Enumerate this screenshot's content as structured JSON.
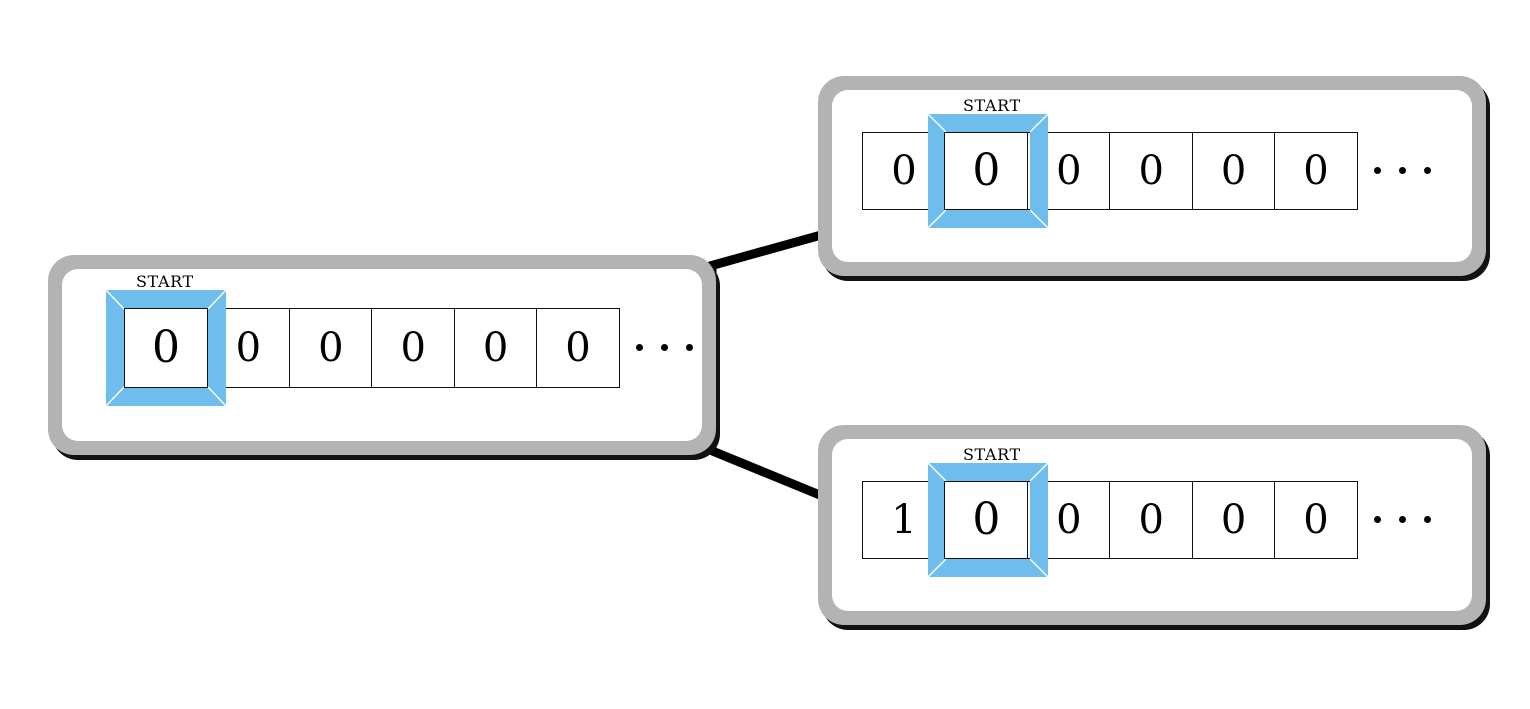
{
  "diagram": {
    "type": "turing-machine-configuration-tree",
    "background_color": "#ffffff",
    "node_border_color": "#b3b3b3",
    "node_fill_color": "#ffffff",
    "node_shadow_color": "#111111",
    "highlight_color": "#6fbdec",
    "cell_border_color": "#111111",
    "edge_color": "#000000",
    "ellipsis_glyph": "...",
    "nodes": [
      {
        "id": "root",
        "name": "root-configuration",
        "start_label": "START",
        "head_index": 0,
        "tape": [
          {
            "symbol": "0",
            "highlighted": true
          },
          {
            "symbol": "0",
            "highlighted": false
          },
          {
            "symbol": "0",
            "highlighted": false
          },
          {
            "symbol": "0",
            "highlighted": false
          },
          {
            "symbol": "0",
            "highlighted": false
          },
          {
            "symbol": "0",
            "highlighted": false
          }
        ]
      },
      {
        "id": "branch-top",
        "name": "top-branch-configuration",
        "start_label": "START",
        "head_index": 1,
        "tape": [
          {
            "symbol": "0",
            "highlighted": false
          },
          {
            "symbol": "0",
            "highlighted": true
          },
          {
            "symbol": "0",
            "highlighted": false
          },
          {
            "symbol": "0",
            "highlighted": false
          },
          {
            "symbol": "0",
            "highlighted": false
          },
          {
            "symbol": "0",
            "highlighted": false
          }
        ]
      },
      {
        "id": "branch-bottom",
        "name": "bottom-branch-configuration",
        "start_label": "START",
        "head_index": 1,
        "tape": [
          {
            "symbol": "1",
            "highlighted": false
          },
          {
            "symbol": "0",
            "highlighted": true
          },
          {
            "symbol": "0",
            "highlighted": false
          },
          {
            "symbol": "0",
            "highlighted": false
          },
          {
            "symbol": "0",
            "highlighted": false
          },
          {
            "symbol": "0",
            "highlighted": false
          }
        ]
      }
    ],
    "edges": [
      {
        "id": "edge-root-to-top",
        "from": "root",
        "to": "branch-top"
      },
      {
        "id": "edge-root-to-bottom",
        "from": "root",
        "to": "branch-bottom"
      }
    ]
  }
}
